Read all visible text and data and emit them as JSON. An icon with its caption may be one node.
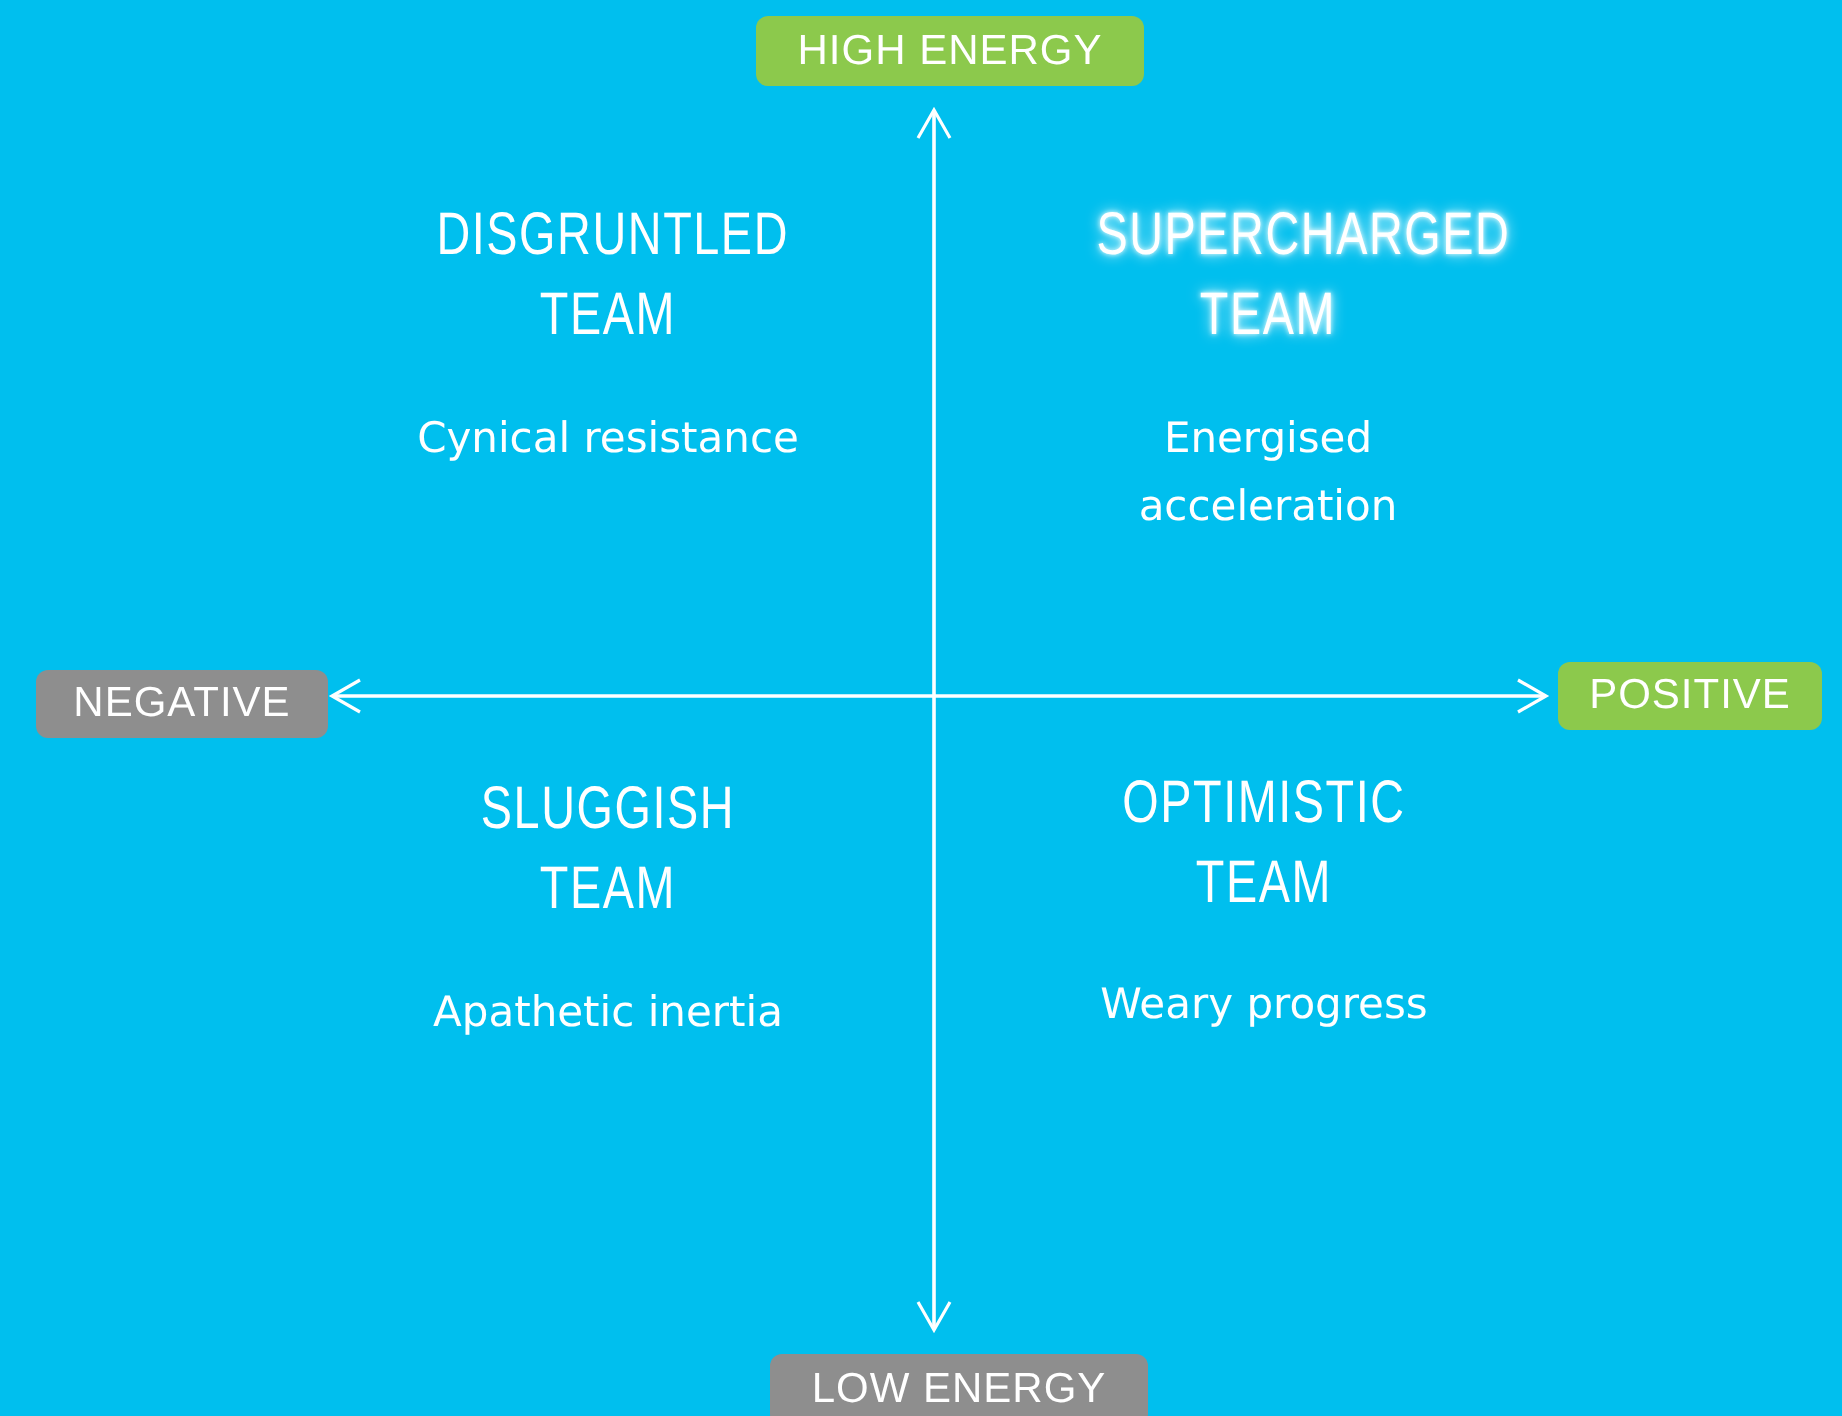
{
  "diagram": {
    "nodes": [
      {
        "text": [
          "HIGH ENERGY"
        ]
      },
      {
        "text": [
          "NEGATIVE"
        ]
      },
      {
        "text": [
          "POSITIVE"
        ]
      },
      {
        "text": [
          "LOW ENERGY"
        ]
      }
    ],
    "edges": [
      {
        "from": 0,
        "to": 3,
        "arrow": "both"
      },
      {
        "from": 1,
        "to": 2,
        "arrow": "both"
      }
    ],
    "labels": [
      "DISGRUNTLED TEAM",
      "Cynical resistance",
      "SUPERCHARGED TEAM",
      "Energised acceleration",
      "SLUGGISH TEAM",
      "Apathetic inertia",
      "OPTIMISTIC TEAM",
      "Weary progress"
    ]
  }
}
